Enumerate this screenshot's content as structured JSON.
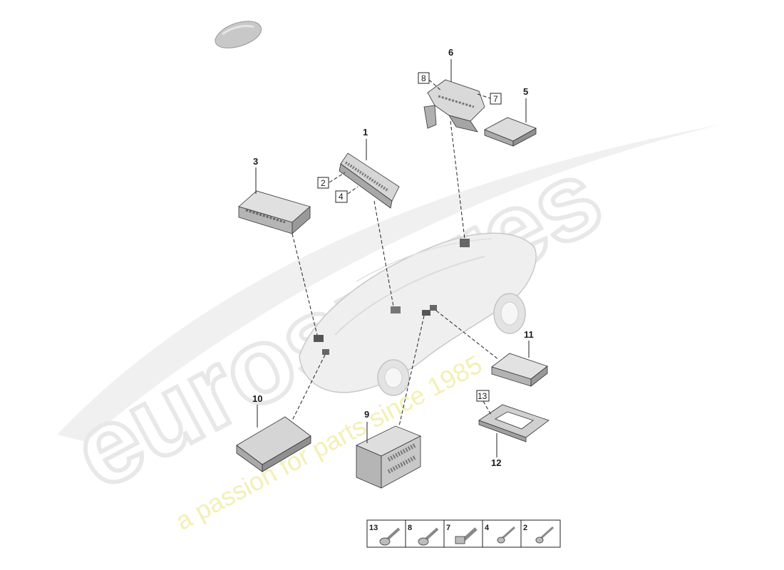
{
  "watermark": {
    "brand": "eurospares",
    "tagline": "a passion for parts since 1985"
  },
  "callouts": {
    "p1": "1",
    "p2": "2",
    "p3": "3",
    "p4": "4",
    "p5": "5",
    "p6": "6",
    "p7": "7",
    "p8": "8",
    "p9": "9",
    "p10": "10",
    "p11": "11",
    "p12": "12",
    "p13": "13"
  },
  "fastener_strip": [
    "13",
    "8",
    "7",
    "4",
    "2"
  ],
  "colors": {
    "watermark_gray": "#e6e6e6",
    "watermark_yellow": "#f3f0b4",
    "part_fill": "#cfcfcf",
    "line": "#222222"
  }
}
